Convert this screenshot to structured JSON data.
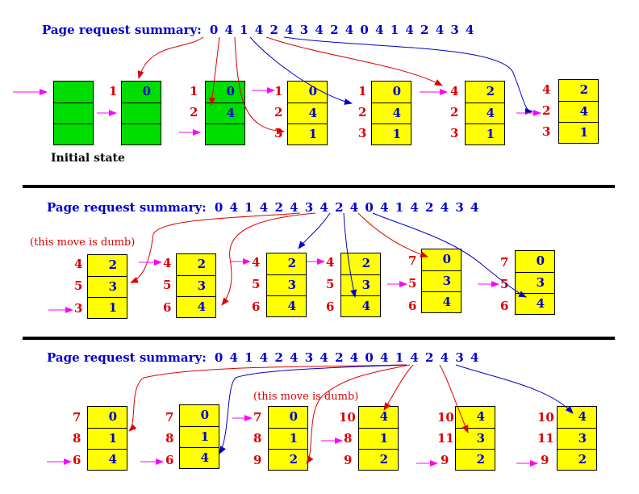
{
  "colors": {
    "yellow": "#ffff00",
    "green": "#00dd00",
    "blue": "#0000cc",
    "red": "#dd0000",
    "magenta": "#ff00ff"
  },
  "sections": [
    {
      "summary_label": "Page request summary:",
      "sequence": "0 4 1 4 2 4 3 4 2 4 0 4 1 4 2 4 3 4",
      "caption": "Initial state",
      "note": "",
      "frames": [
        {
          "cells": [
            "",
            "",
            ""
          ],
          "tags": [
            "",
            "",
            ""
          ],
          "color": "green"
        },
        {
          "cells": [
            "0",
            "",
            ""
          ],
          "tags": [
            "1",
            "",
            ""
          ],
          "color": "green"
        },
        {
          "cells": [
            "0",
            "4",
            ""
          ],
          "tags": [
            "1",
            "2",
            ""
          ],
          "color": "green"
        },
        {
          "cells": [
            "0",
            "4",
            "1"
          ],
          "tags": [
            "1",
            "2",
            "3"
          ],
          "color": "yellow"
        },
        {
          "cells": [
            "0",
            "4",
            "1"
          ],
          "tags": [
            "1",
            "2",
            "3"
          ],
          "color": "yellow"
        },
        {
          "cells": [
            "2",
            "4",
            "1"
          ],
          "tags": [
            "4",
            "2",
            "3"
          ],
          "color": "yellow"
        },
        {
          "cells": [
            "2",
            "4",
            "1"
          ],
          "tags": [
            "4",
            "2",
            "3"
          ],
          "color": "yellow"
        }
      ]
    },
    {
      "summary_label": "Page request summary:",
      "sequence": "0 4 1 4 2 4 3 4 2 4 0 4 1 4 2 4 3 4",
      "caption": "",
      "note": "(this move is dumb)",
      "frames": [
        {
          "cells": [
            "2",
            "3",
            "1"
          ],
          "tags": [
            "4",
            "5",
            "3"
          ],
          "color": "yellow"
        },
        {
          "cells": [
            "2",
            "3",
            "4"
          ],
          "tags": [
            "4",
            "5",
            "6"
          ],
          "color": "yellow"
        },
        {
          "cells": [
            "2",
            "3",
            "4"
          ],
          "tags": [
            "4",
            "5",
            "6"
          ],
          "color": "yellow"
        },
        {
          "cells": [
            "2",
            "3",
            "4"
          ],
          "tags": [
            "4",
            "5",
            "6"
          ],
          "color": "yellow"
        },
        {
          "cells": [
            "0",
            "3",
            "4"
          ],
          "tags": [
            "7",
            "5",
            "6"
          ],
          "color": "yellow"
        },
        {
          "cells": [
            "0",
            "3",
            "4"
          ],
          "tags": [
            "7",
            "5",
            "6"
          ],
          "color": "yellow"
        }
      ]
    },
    {
      "summary_label": "Page request summary:",
      "sequence": "0 4 1 4 2 4 3 4 2 4 0 4 1 4 2 4 3 4",
      "caption": "",
      "note": "(this move is dumb)",
      "frames": [
        {
          "cells": [
            "0",
            "1",
            "4"
          ],
          "tags": [
            "7",
            "8",
            "6"
          ],
          "color": "yellow"
        },
        {
          "cells": [
            "0",
            "1",
            "4"
          ],
          "tags": [
            "7",
            "8",
            "6"
          ],
          "color": "yellow"
        },
        {
          "cells": [
            "0",
            "1",
            "2"
          ],
          "tags": [
            "7",
            "8",
            "9"
          ],
          "color": "yellow"
        },
        {
          "cells": [
            "4",
            "1",
            "2"
          ],
          "tags": [
            "10",
            "8",
            "9"
          ],
          "color": "yellow"
        },
        {
          "cells": [
            "4",
            "3",
            "2"
          ],
          "tags": [
            "10",
            "11",
            "9"
          ],
          "color": "yellow"
        },
        {
          "cells": [
            "4",
            "3",
            "2"
          ],
          "tags": [
            "10",
            "11",
            "9"
          ],
          "color": "yellow"
        }
      ]
    }
  ]
}
